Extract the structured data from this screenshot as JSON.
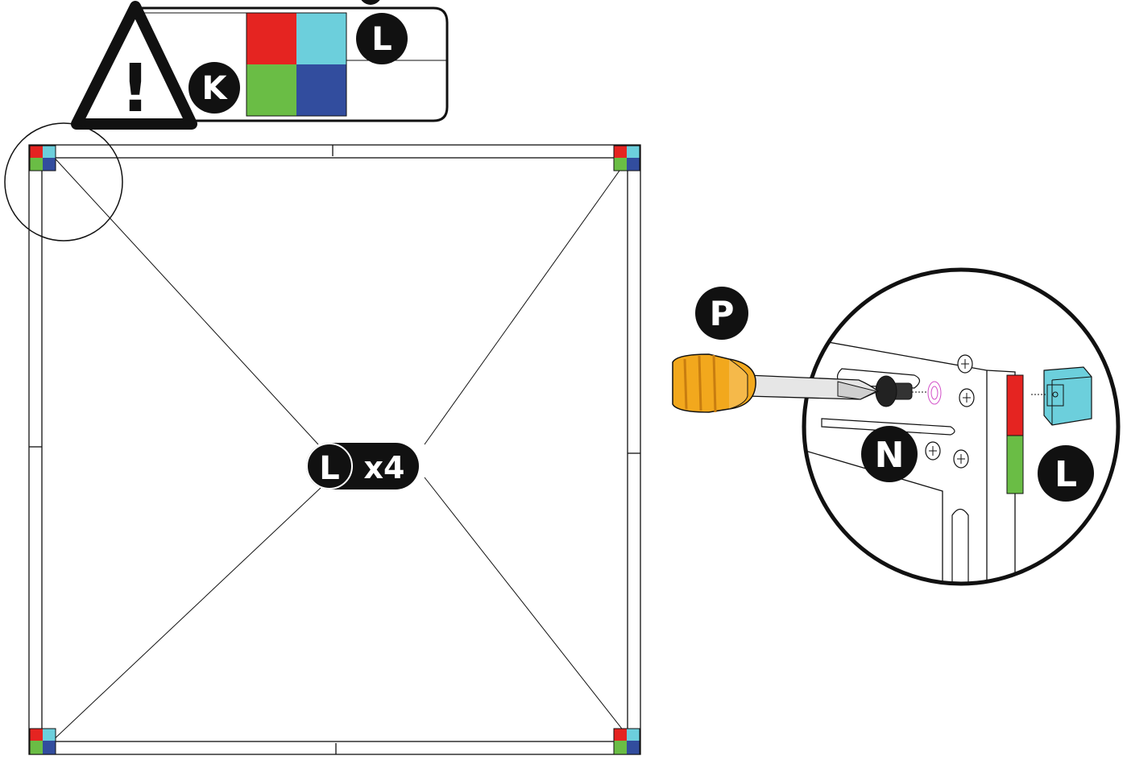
{
  "colors": {
    "red": "#e52421",
    "cyan": "#6ccfdc",
    "green": "#6abd45",
    "blue": "#324d9e",
    "black": "#111111",
    "handle": "#f2a81d",
    "magenta": "#d24fc8"
  },
  "warning_panel": {
    "icon": "warning-triangle-icon",
    "mark": "!",
    "badge_k": "K",
    "badge_l": "L"
  },
  "frame": {
    "center_badge_letter": "L",
    "center_badge_qty": "x4"
  },
  "detail": {
    "badge_p": "P",
    "badge_n": "N",
    "badge_l": "L",
    "tool_icon": "screwdriver-icon"
  }
}
